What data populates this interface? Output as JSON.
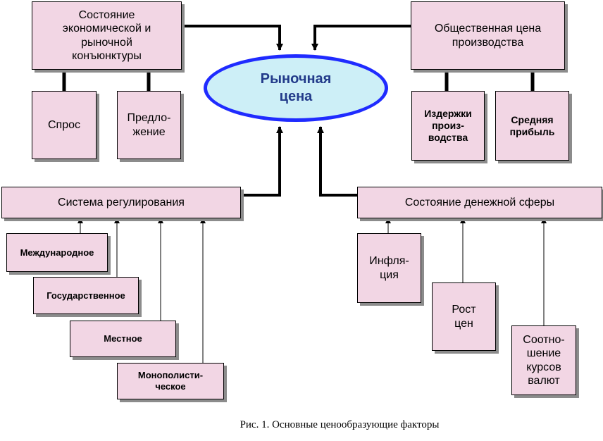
{
  "diagram": {
    "center": "Рыночная\nцена",
    "top_left": "Состояние\nэкономической и\nрыночной\nконъюнктуры",
    "top_right": "Общественная цена\nпроизводства",
    "demand": "Спрос",
    "supply": "Предло-\nжение",
    "costs": "Издержки\nпроиз-\nводства",
    "avg_profit": "Средняя\nприбыль",
    "regulation": "Система регулирования",
    "international": "Международное",
    "state": "Государственное",
    "local": "Местное",
    "monopoly": "Монополисти-\nческое",
    "money": "Состояние денежной сферы",
    "inflation": "Инфля-\nция",
    "price_growth": "Рост\nцен",
    "currency_ratio": "Соотно-\nшение\nкурсов\nвалют"
  },
  "caption": "Рис. 1. Основные ценообразующие факторы",
  "colors": {
    "box_fill": "#f2d6e4",
    "ellipse_fill": "#cdeff7",
    "ellipse_border": "#1f2bff",
    "center_text": "#223a8a"
  }
}
